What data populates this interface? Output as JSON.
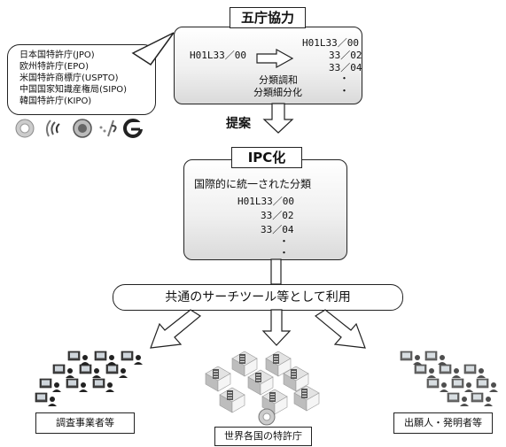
{
  "five_office": {
    "title": "五庁協力",
    "left_code": "H01L33／00",
    "right_codes": [
      "H01L33／00",
      "33／02",
      "33／04",
      "・",
      "・"
    ],
    "notes": [
      "分類調和",
      "分類細分化"
    ]
  },
  "offices": [
    "日本国特許庁(JPO)",
    "欧州特許庁(EPO)",
    "米国特許商標庁(USPTO)",
    "中国国家知識産権局(SIPO)",
    "韓国特許庁(KIPO)"
  ],
  "office_icons": [
    "jpo-logo",
    "epo-logo",
    "uspto-logo",
    "sipo-logo",
    "kipo-logo"
  ],
  "proposal_label": "提案",
  "ipc": {
    "title": "IPC化",
    "subtitle": "国際的に統一された分類",
    "codes": [
      "H01L33／00",
      "33／02",
      "33／04",
      "・",
      "・"
    ]
  },
  "banner": "共通のサーチツール等として利用",
  "users": {
    "left": "調査事業者等",
    "center": "世界各国の特許庁",
    "right": "出願人・発明者等"
  }
}
